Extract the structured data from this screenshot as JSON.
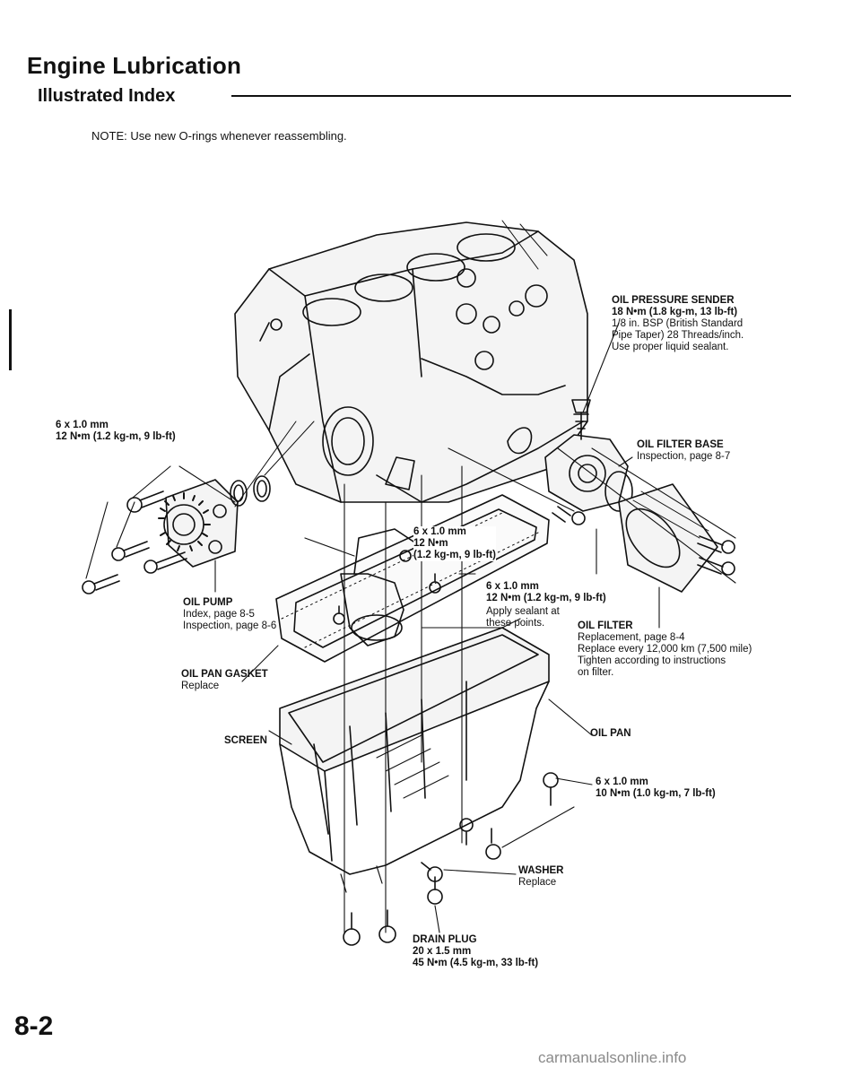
{
  "header": {
    "title": "Engine Lubrication",
    "subtitle": "Illustrated Index",
    "note": "NOTE: Use new O-rings whenever reassembling."
  },
  "callouts": {
    "oil_pressure_sender": {
      "title": "OIL PRESSURE SENDER",
      "lines": [
        "18 N•m (1.8 kg-m, 13 lb-ft)",
        "1/8 in. BSP (British Standard",
        "Pipe Taper) 28 Threads/inch.",
        "Use proper liquid sealant."
      ]
    },
    "pump_bolt": {
      "lines": [
        "6 x 1.0 mm",
        "12 N•m (1.2 kg-m, 9 lb-ft)"
      ]
    },
    "oil_filter_base": {
      "title": "OIL FILTER BASE",
      "lines": [
        "Inspection, page 8-7"
      ]
    },
    "screen_bolt": {
      "lines": [
        "6 x 1.0 mm",
        "12 N•m",
        "(1.2 kg-m, 9 lb-ft)"
      ]
    },
    "cover_bolt": {
      "lines": [
        "6 x 1.0 mm",
        "12 N•m (1.2 kg-m, 9 lb-ft)"
      ]
    },
    "sealant": {
      "lines": [
        "Apply sealant at",
        "these points."
      ]
    },
    "oil_pump": {
      "title": "OIL PUMP",
      "lines": [
        "Index, page 8-5",
        "Inspection, page 8-6"
      ]
    },
    "oil_filter": {
      "title": "OIL FILTER",
      "lines": [
        "Replacement, page 8-4",
        "Replace every 12,000 km (7,500 mile)",
        "Tighten according to instructions",
        "on filter."
      ]
    },
    "oil_pan_gasket": {
      "title": "OIL PAN GASKET",
      "lines": [
        "Replace"
      ]
    },
    "screen": {
      "title": "SCREEN"
    },
    "oil_pan": {
      "title": "OIL PAN"
    },
    "pan_bolt": {
      "lines": [
        "6 x 1.0 mm",
        "10 N•m (1.0 kg-m, 7 lb-ft)"
      ]
    },
    "washer": {
      "title": "WASHER",
      "lines": [
        "Replace"
      ]
    },
    "drain_plug": {
      "title": "DRAIN PLUG",
      "lines": [
        "20 x 1.5 mm",
        "45 N•m (4.5 kg-m, 33 lb-ft)"
      ]
    }
  },
  "footer": {
    "page_number": "8-2",
    "watermark": "carmanualsonline.info"
  }
}
